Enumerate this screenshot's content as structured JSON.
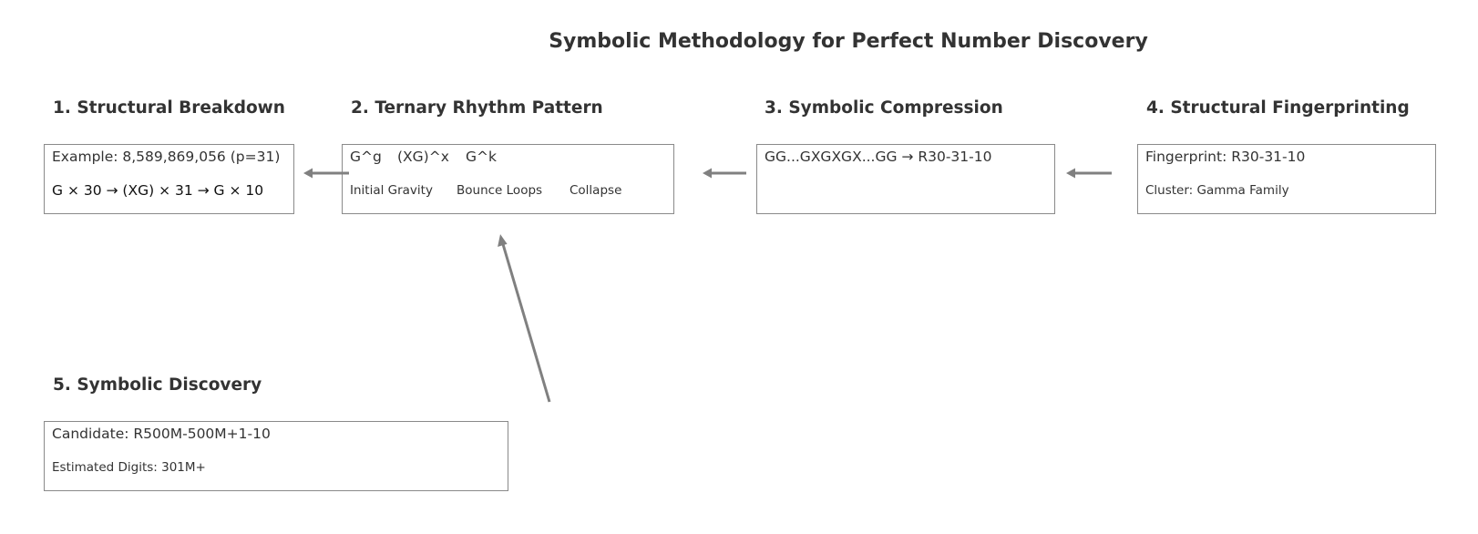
{
  "title": "Symbolic Methodology for Perfect Number Discovery",
  "steps": [
    {
      "heading": "1. Structural Breakdown",
      "line1": "Example: 8,589,869,056 (p=31)",
      "line2": "G × 30 → (XG) × 31 → G × 10"
    },
    {
      "heading": "2. Ternary Rhythm Pattern",
      "line1_parts": [
        "G^g",
        "(XG)^x",
        "G^k"
      ],
      "line2_parts": [
        "Initial Gravity",
        "Bounce Loops",
        "Collapse"
      ]
    },
    {
      "heading": "3. Symbolic Compression",
      "line1": "GG...GXGXGX...GG → R30-31-10",
      "line2": ""
    },
    {
      "heading": "4. Structural Fingerprinting",
      "line1": "Fingerprint: R30-31-10",
      "line2": "Cluster: Gamma Family"
    },
    {
      "heading": "5. Symbolic Discovery",
      "line1": "Candidate: R500M-500M+1-10",
      "line2": "Estimated Digits: 301M+"
    }
  ],
  "colors": {
    "text": "#333333",
    "border": "#8a8a8a",
    "arrow": "#808080"
  }
}
